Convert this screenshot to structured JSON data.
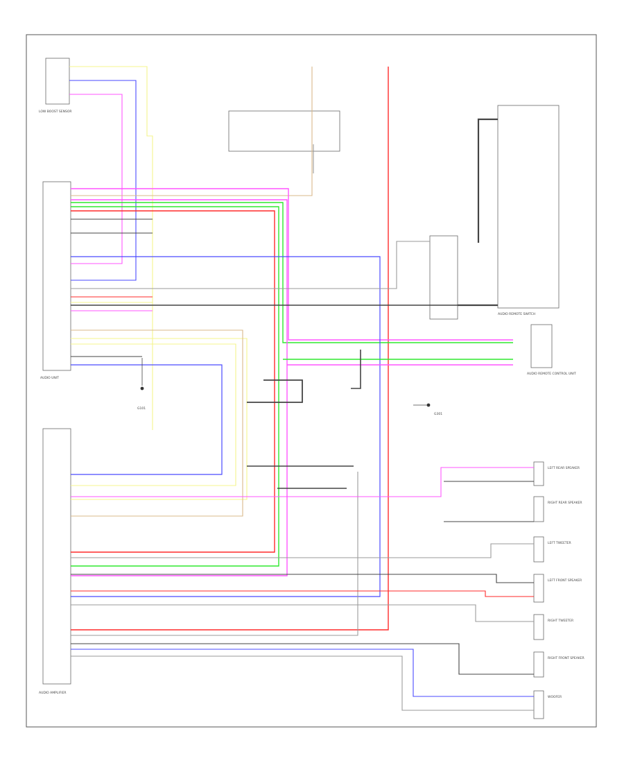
{
  "footer_code": "",
  "components": {
    "audio_unit": "AUDIO UNIT",
    "audio_amp": "AUDIO AMPLIFIER",
    "switch_block": "AUDIO REMOTE SWITCH",
    "ground_g1": "G101",
    "ground_g2": "G301",
    "left_sensor": "LOW BOOST SENSOR",
    "mid_block": "AUDIO REMOTE CONTROL UNIT",
    "left_front": "LEFT FRONT SPEAKER",
    "right_front": "RIGHT FRONT SPEAKER",
    "left_rear": "LEFT REAR SPEAKER",
    "right_rear": "RIGHT REAR SPEAKER",
    "left_tweeter": "LEFT TWEETER",
    "right_tweeter": "RIGHT TWEETER",
    "woofer": "WOOFER"
  },
  "colors": {
    "pink": "#ff55ff",
    "red": "#ff2a2a",
    "green": "#2ee82e",
    "blue": "#4a4aff",
    "yellow": "#f4f48c",
    "tan": "#d9b88a",
    "gray": "#9a9a9a",
    "black": "#444444",
    "frame": "#555555"
  }
}
